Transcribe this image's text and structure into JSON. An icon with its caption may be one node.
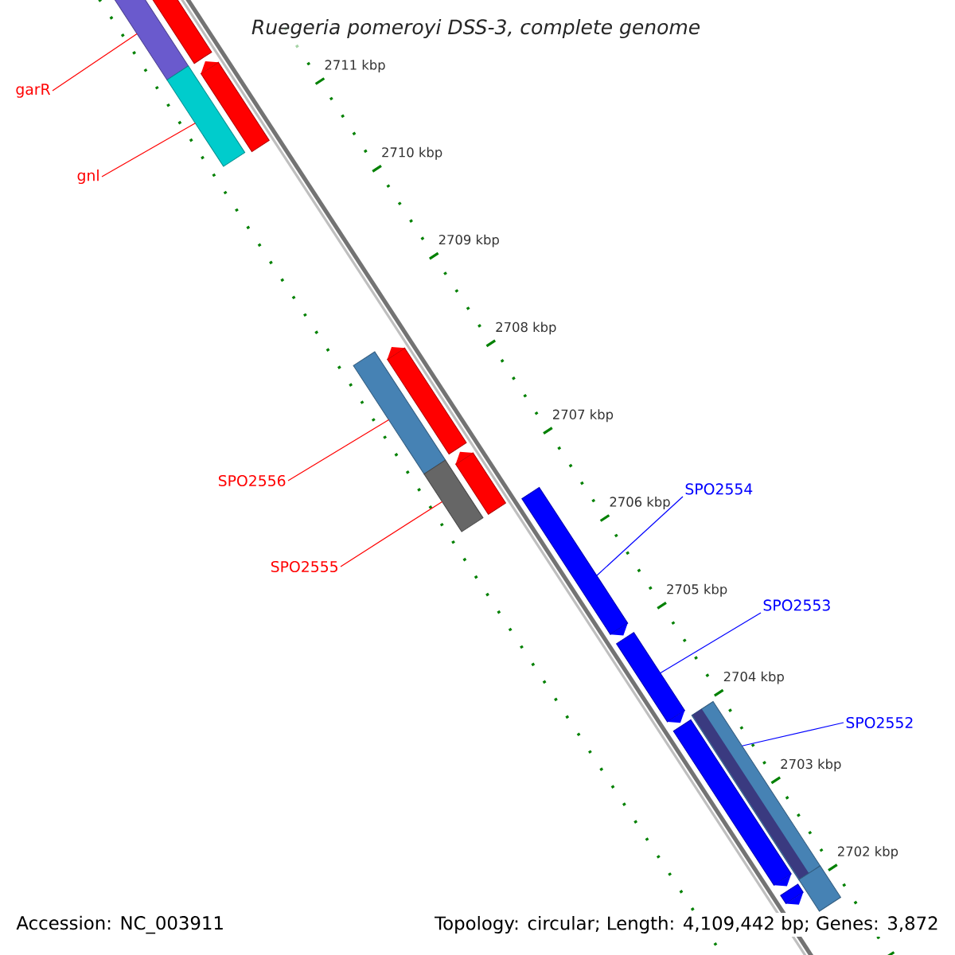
{
  "diagram": {
    "title": "Ruegeria pomeroyi DSS-3, complete genome",
    "nodes": [
      {
        "text": [
          "garR"
        ]
      },
      {
        "text": [
          "gnl"
        ]
      },
      {
        "text": [
          "SPO2556"
        ]
      },
      {
        "text": [
          "SPO2555"
        ]
      },
      {
        "text": [
          "SPO2554"
        ]
      },
      {
        "text": [
          "SPO2553"
        ]
      },
      {
        "text": [
          "SPO2552"
        ]
      },
      {
        "text": [],
        "shape": "bar"
      },
      {
        "text": [],
        "shape": "bar"
      },
      {
        "text": [],
        "shape": "bar"
      },
      {
        "text": [],
        "shape": "bar"
      },
      {
        "text": [],
        "shape": "bar"
      },
      {
        "text": [],
        "shape": "bar"
      },
      {
        "text": [],
        "shape": "bar"
      },
      {
        "text": [],
        "shape": "bar"
      },
      {
        "text": [],
        "shape": "bar"
      },
      {
        "text": [],
        "shape": "bar"
      },
      {
        "text": [],
        "shape": "bar"
      },
      {
        "text": [],
        "shape": "bar"
      },
      {
        "text": [],
        "shape": "bar"
      },
      {
        "text": [],
        "shape": "bar"
      }
    ],
    "edges": [
      {
        "from": 0,
        "to": 7,
        "arrow": "none",
        "color": "#ff0000"
      },
      {
        "from": 1,
        "to": 8,
        "arrow": "none",
        "color": "#ff0000"
      },
      {
        "from": 2,
        "to": 11,
        "arrow": "none",
        "color": "#ff0000"
      },
      {
        "from": 3,
        "to": 12,
        "arrow": "none",
        "color": "#ff0000"
      },
      {
        "from": 4,
        "to": 15,
        "arrow": "none",
        "color": "#0000ff"
      },
      {
        "from": 5,
        "to": 16,
        "arrow": "none",
        "color": "#0000ff"
      },
      {
        "from": 6,
        "to": 19,
        "arrow": "none",
        "color": "#0000ff"
      }
    ],
    "labels": [
      "2711 kbp",
      "2710 kbp",
      "2709 kbp",
      "2708 kbp",
      "2707 kbp",
      "2706 kbp",
      "2705 kbp",
      "2704 kbp",
      "2703 kbp",
      "2702 kbp",
      "Accession: NC_003911",
      "Topology: circular; Length: 4,109,442 bp; Genes: 3,872"
    ]
  }
}
